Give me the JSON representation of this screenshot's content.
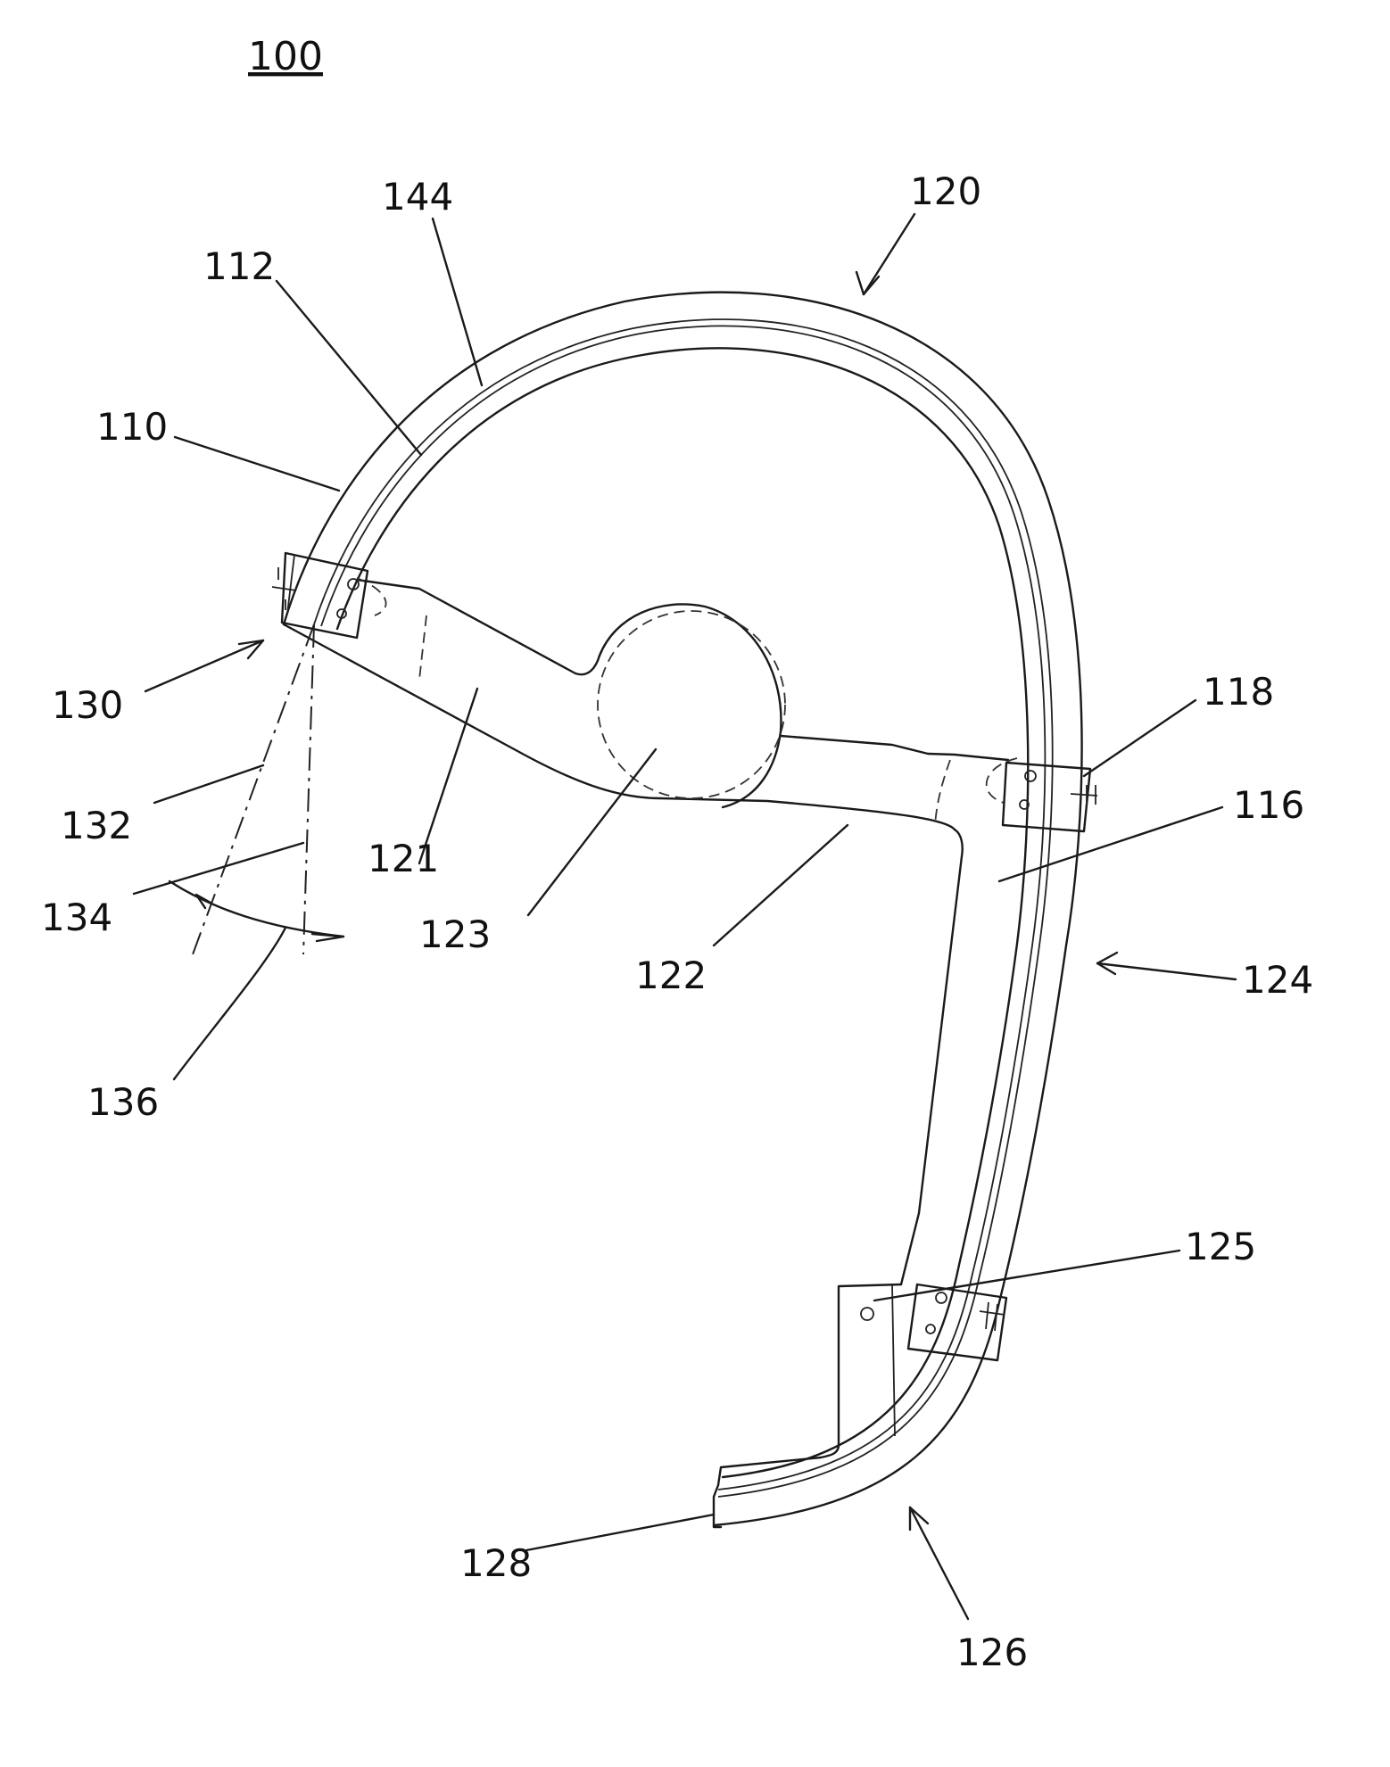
{
  "figure": {
    "title": "100",
    "labels": {
      "l110": "110",
      "l112": "112",
      "l144": "144",
      "l120": "120",
      "l130": "130",
      "l132": "132",
      "l134": "134",
      "l136": "136",
      "l121": "121",
      "l123": "123",
      "l122": "122",
      "l118": "118",
      "l116": "116",
      "l124": "124",
      "l125": "125",
      "l128": "128",
      "l126": "126"
    }
  }
}
